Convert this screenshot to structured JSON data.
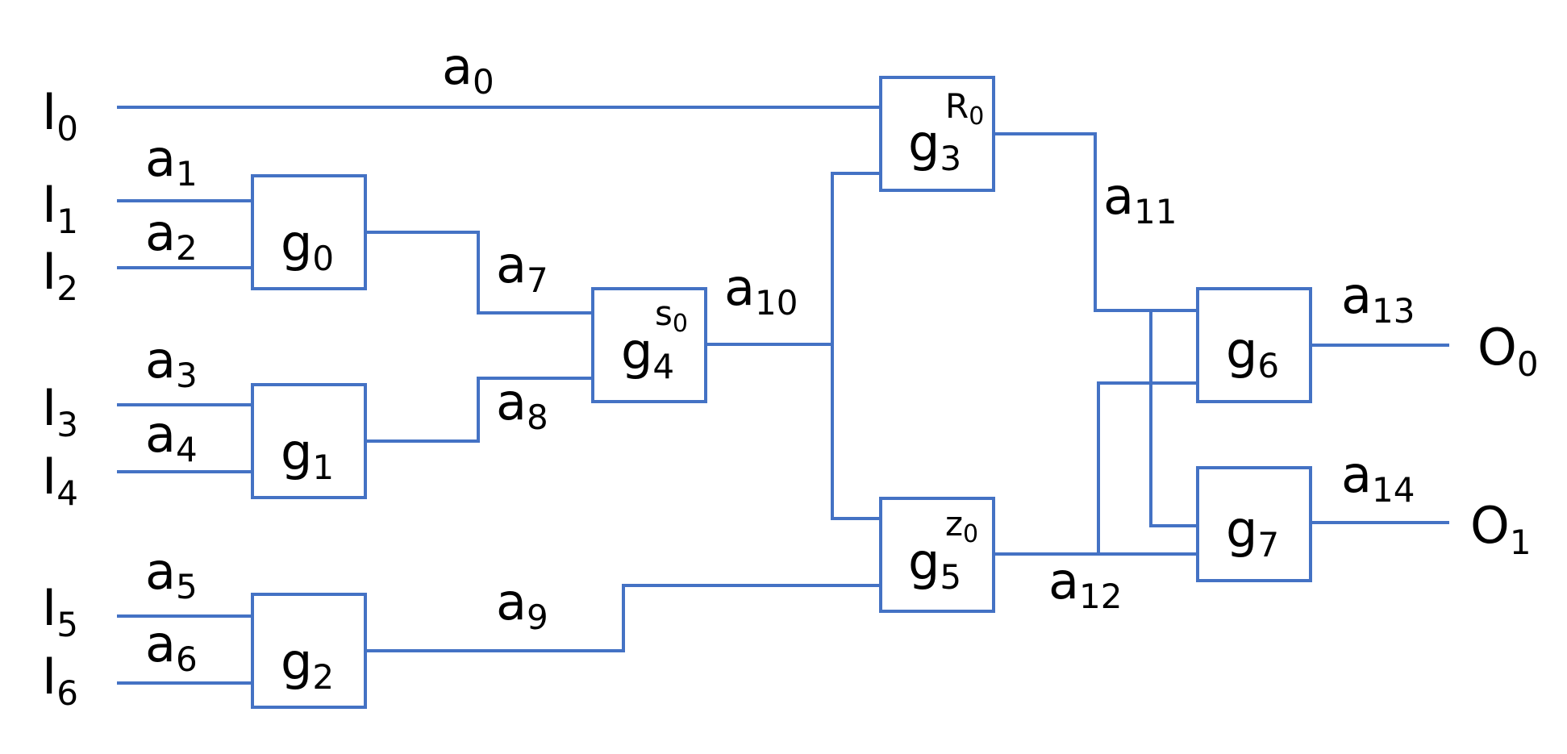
{
  "colors": {
    "wire": "#4472C4",
    "text": "#000000",
    "background": "#ffffff"
  },
  "inputs": [
    {
      "id": "I0",
      "base": "I",
      "sub": "0"
    },
    {
      "id": "I1",
      "base": "I",
      "sub": "1"
    },
    {
      "id": "I2",
      "base": "I",
      "sub": "2"
    },
    {
      "id": "I3",
      "base": "I",
      "sub": "3"
    },
    {
      "id": "I4",
      "base": "I",
      "sub": "4"
    },
    {
      "id": "I5",
      "base": "I",
      "sub": "5"
    },
    {
      "id": "I6",
      "base": "I",
      "sub": "6"
    }
  ],
  "outputs": [
    {
      "id": "O0",
      "base": "O",
      "sub": "0"
    },
    {
      "id": "O1",
      "base": "O",
      "sub": "1"
    }
  ],
  "gates": [
    {
      "id": "g0",
      "base": "g",
      "sub": "0"
    },
    {
      "id": "g1",
      "base": "g",
      "sub": "1"
    },
    {
      "id": "g2",
      "base": "g",
      "sub": "2"
    },
    {
      "id": "g3",
      "base": "g",
      "sub": "3",
      "sup_base": "R",
      "sup_sub": "0"
    },
    {
      "id": "g4",
      "base": "g",
      "sub": "4",
      "sup_base": "s",
      "sup_sub": "0"
    },
    {
      "id": "g5",
      "base": "g",
      "sub": "5",
      "sup_base": "z",
      "sup_sub": "0"
    },
    {
      "id": "g6",
      "base": "g",
      "sub": "6"
    },
    {
      "id": "g7",
      "base": "g",
      "sub": "7"
    }
  ],
  "wires": [
    {
      "id": "a0",
      "base": "a",
      "sub": "0"
    },
    {
      "id": "a1",
      "base": "a",
      "sub": "1"
    },
    {
      "id": "a2",
      "base": "a",
      "sub": "2"
    },
    {
      "id": "a3",
      "base": "a",
      "sub": "3"
    },
    {
      "id": "a4",
      "base": "a",
      "sub": "4"
    },
    {
      "id": "a5",
      "base": "a",
      "sub": "5"
    },
    {
      "id": "a6",
      "base": "a",
      "sub": "6"
    },
    {
      "id": "a7",
      "base": "a",
      "sub": "7"
    },
    {
      "id": "a8",
      "base": "a",
      "sub": "8"
    },
    {
      "id": "a9",
      "base": "a",
      "sub": "9"
    },
    {
      "id": "a10",
      "base": "a",
      "sub": "10"
    },
    {
      "id": "a11",
      "base": "a",
      "sub": "11"
    },
    {
      "id": "a12",
      "base": "a",
      "sub": "12"
    },
    {
      "id": "a13",
      "base": "a",
      "sub": "13"
    },
    {
      "id": "a14",
      "base": "a",
      "sub": "14"
    }
  ]
}
